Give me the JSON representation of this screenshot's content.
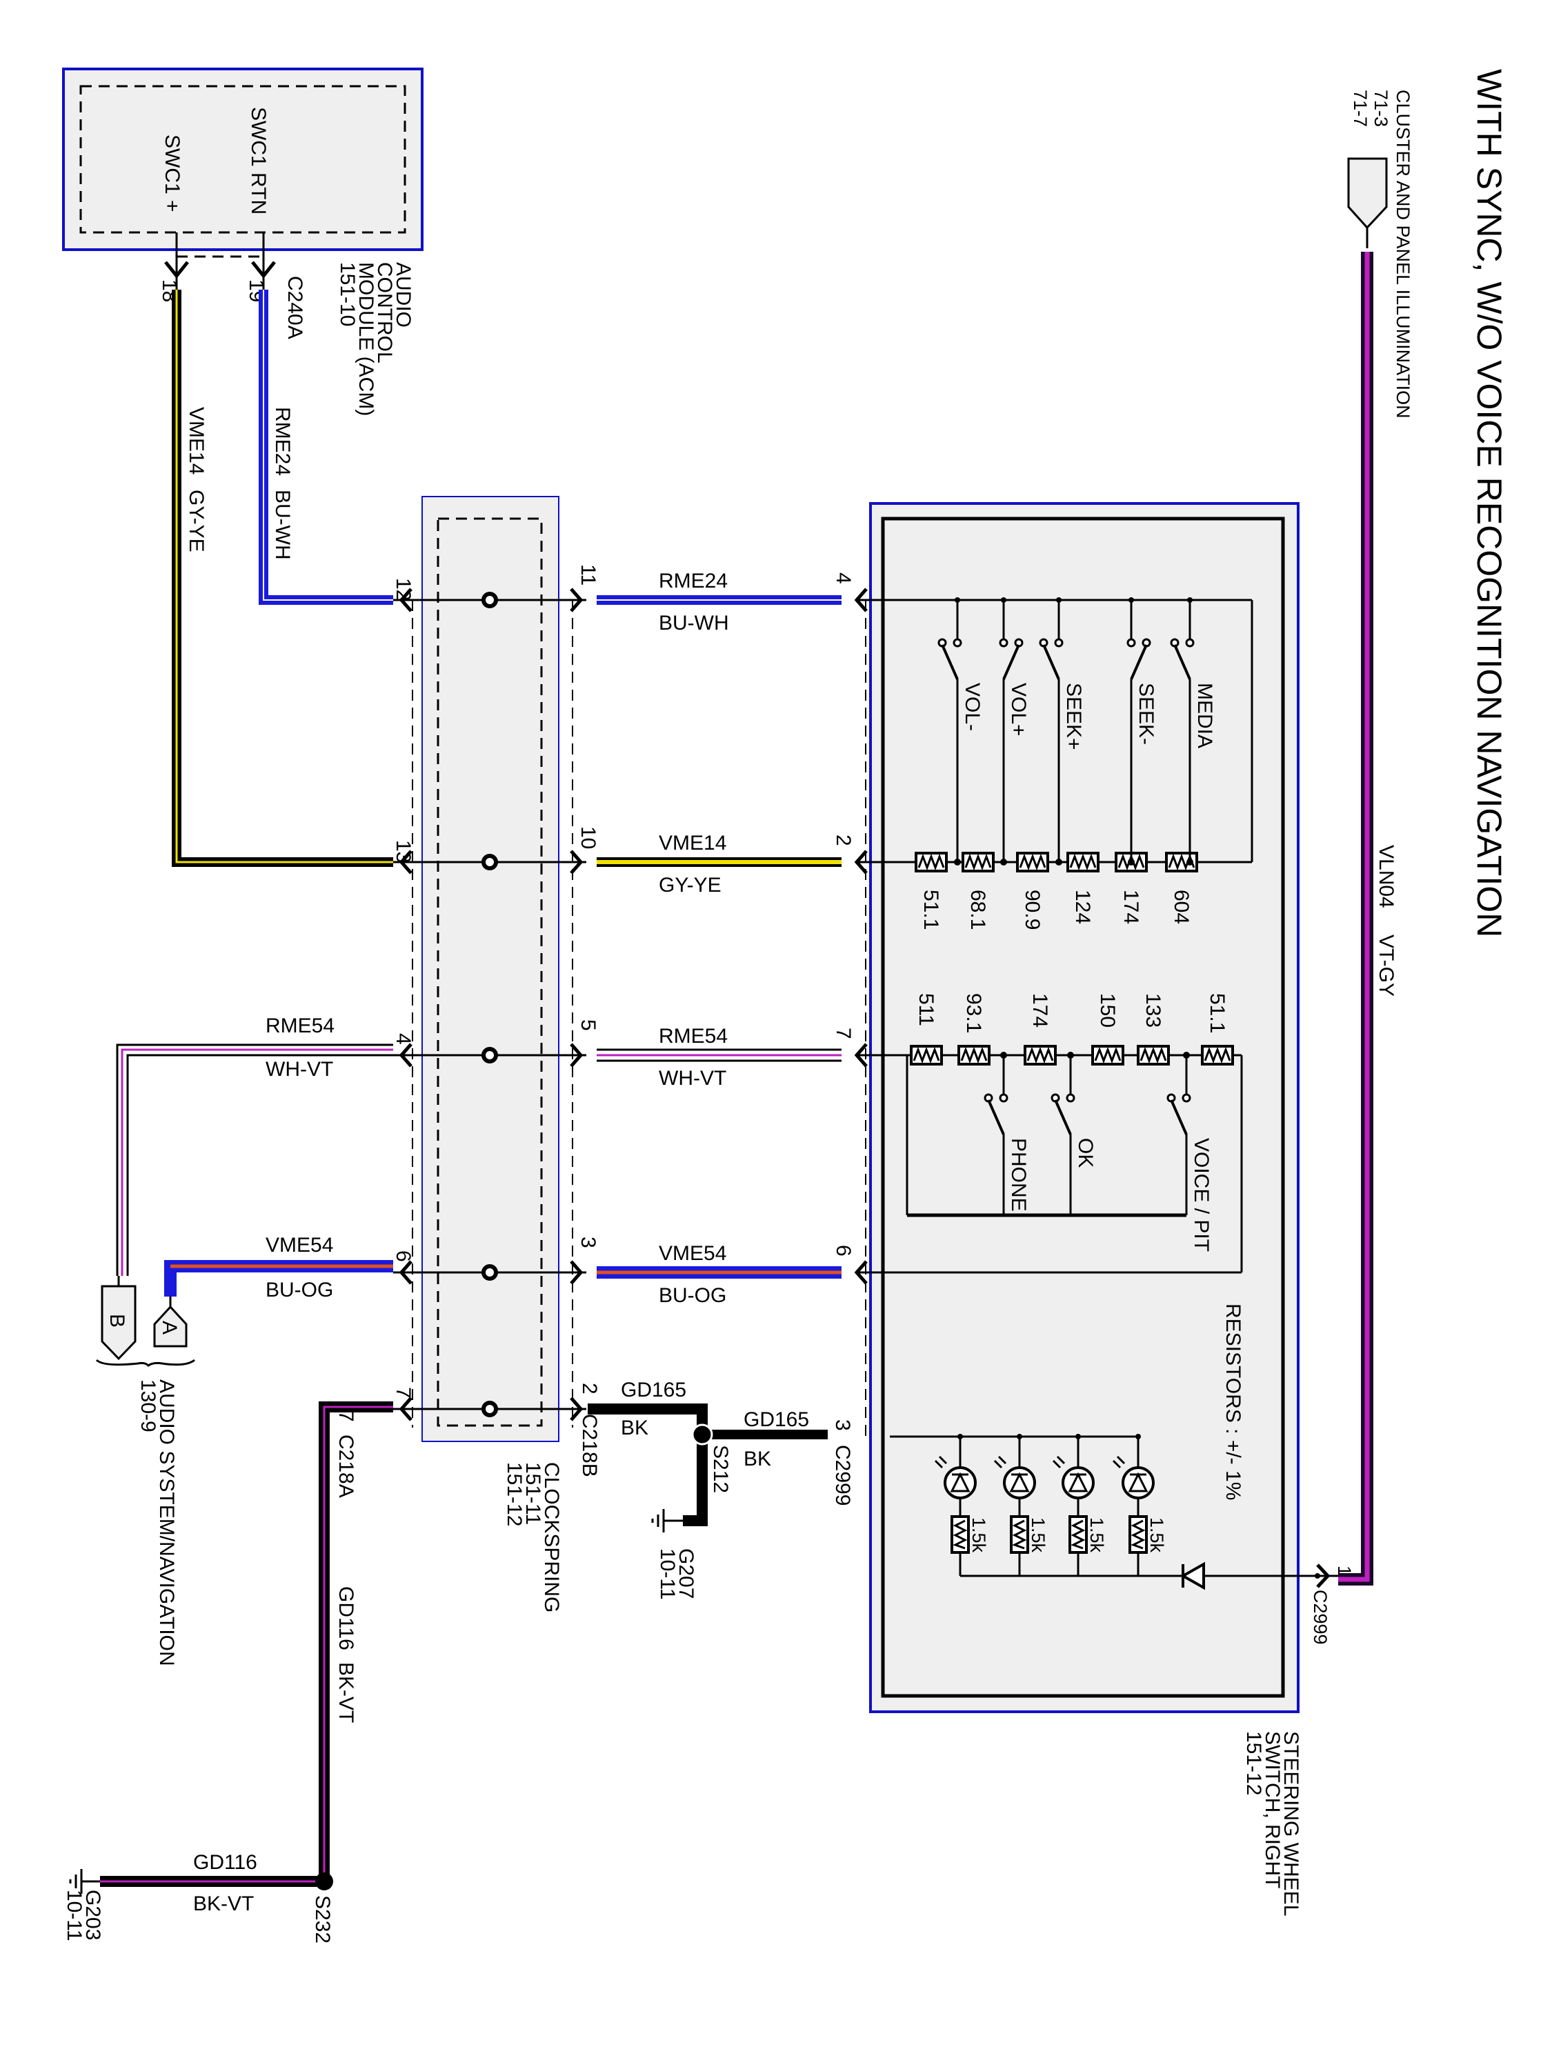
{
  "title": "WITH SYNC, W/O VOICE RECOGNITION NAVIGATION",
  "cluster": {
    "label": "CLUSTER AND PANEL ILLUMINATION",
    "refs": [
      "71-3",
      "71-7"
    ]
  },
  "acm": {
    "lines": [
      "AUDIO",
      "CONTROL",
      "MODULE (ACM)",
      "151-10"
    ],
    "pins": [
      "SWC1 RTN",
      "SWC1 +"
    ],
    "connector": "C240A",
    "pin_rtn": "19",
    "pin_plus": "18"
  },
  "clockspring": {
    "lines": [
      "CLOCKSPRING",
      "151-11",
      "151-12"
    ],
    "conn_a": "C218A",
    "conn_b": "C218B"
  },
  "steering": {
    "lines": [
      "STEERING WHEEL",
      "SWITCH, RIGHT",
      "151-12"
    ],
    "connector": "C2999",
    "tolerance": "RESISTORS : +/- 1%"
  },
  "audio_system": {
    "lines": [
      "AUDIO SYSTEM/NAVIGATION",
      "130-9"
    ],
    "tag_a": "A",
    "tag_b": "B"
  },
  "wires": {
    "rme24": {
      "circuit": "RME24",
      "color": "BU-WH",
      "pin_acm_side": "12",
      "pin_cs": "11",
      "pin_sw": "4"
    },
    "vme14": {
      "circuit": "VME14",
      "color": "GY-YE",
      "pin_acm_side": "13",
      "pin_cs": "10",
      "pin_sw": "2"
    },
    "rme54": {
      "circuit": "RME54",
      "color": "WH-VT",
      "pin_left": "4",
      "pin_cs": "5",
      "pin_sw": "7"
    },
    "vme54": {
      "circuit": "VME54",
      "color": "BU-OG",
      "pin_left": "6",
      "pin_cs": "3",
      "pin_sw": "6"
    },
    "gd165": {
      "circuit": "GD165",
      "color": "BK",
      "pin_cs": "2",
      "pin_sw": "3",
      "splice": "S212",
      "ground": "G207",
      "ground_ref": "10-11"
    },
    "gd116": {
      "circuit": "GD116",
      "color": "BK-VT",
      "pin_cs": "7",
      "splice": "S232",
      "ground": "G203",
      "ground_ref": "10-11"
    },
    "vln04": {
      "circuit": "VLN04",
      "color": "VT-GY",
      "pin_sw": "1"
    }
  },
  "switches_group1": [
    {
      "label": "VOL-",
      "resistor": "51.1"
    },
    {
      "label": "VOL+",
      "resistor": "68.1"
    },
    {
      "label": "SEEK+",
      "resistor": "90.9"
    },
    {
      "label": "",
      "resistor": "124"
    },
    {
      "label": "SEEK-",
      "resistor": "174"
    },
    {
      "label": "MEDIA",
      "resistor": "604"
    }
  ],
  "switches_group2": {
    "resistors": [
      "511",
      "93.1",
      "174",
      "150",
      "133",
      "51.1"
    ],
    "switches": [
      "PHONE",
      "OK",
      "VOICE / PIT"
    ]
  },
  "leds": {
    "resistor": "1.5k",
    "count": 4
  },
  "colors": {
    "module_border": "#1010c8",
    "module_fill": "#efefef",
    "blue": "#1a1adc",
    "yellow": "#f0e000",
    "violet": "#c020c0",
    "orange": "#e05020"
  }
}
